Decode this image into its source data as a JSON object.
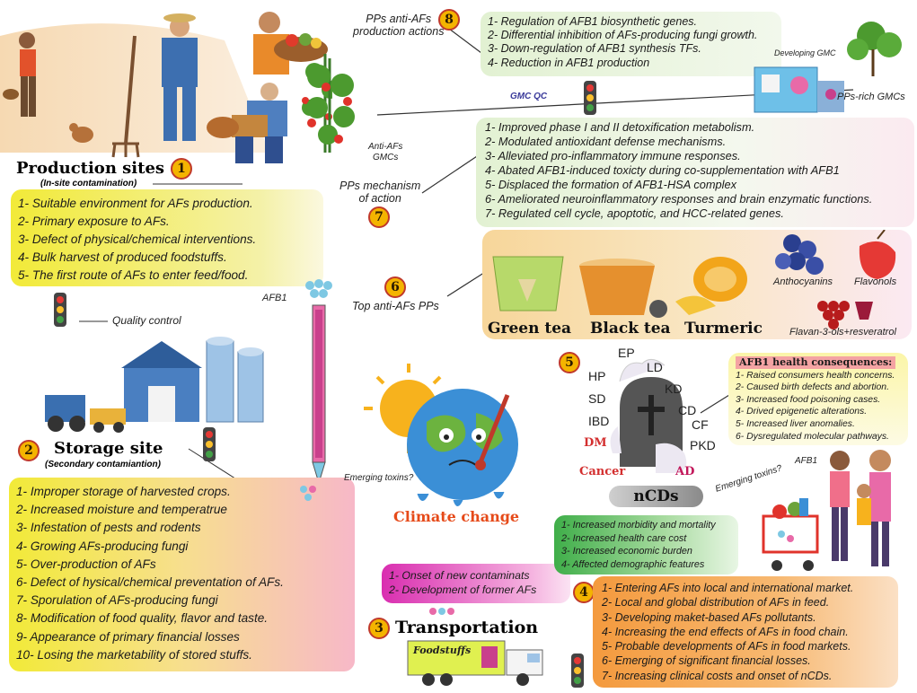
{
  "production": {
    "badge": "1",
    "title": "Production sites",
    "subtitle": "(In-site contamination)",
    "items": [
      "1- Suitable environment for AFs production.",
      "2- Primary exposure to AFs.",
      "3- Defect of physical/chemical interventions.",
      "4- Bulk harvest of produced foodstuffs.",
      "5- The first route of AFs to enter feed/food."
    ]
  },
  "storage": {
    "badge": "2",
    "title": "Storage site",
    "subtitle": "(Secondary contamiantion)",
    "quality_label": "Quality control",
    "afb1_label": "AFB1",
    "emerging_label": "Emerging toxins?",
    "items": [
      "1- Improper storage of harvested crops.",
      "2- Increased moisture and temperatrue",
      "3- Infestation of pests and rodents",
      "4- Growing AFs-producing fungi",
      "5- Over-production of AFs",
      "6- Defect of hysical/chemical preventation of AFs.",
      "7- Sporulation of AFs-producing fungi",
      "8- Modification of food quality, flavor and taste.",
      "9- Appearance of primary financial losses",
      "10- Losing the marketability of stored stuffs."
    ]
  },
  "climate": {
    "label": "Climate change"
  },
  "transportation": {
    "badge": "3",
    "title": "Transportation",
    "truck_text": "Foodstuffs",
    "items": [
      "1- Onset of new contaminats",
      "2- Development of former AFs"
    ]
  },
  "market": {
    "badge": "4",
    "emerging_label": "Emerging toxins?",
    "afb1_label": "AFB1",
    "items": [
      "1- Entering AFs into local and international market.",
      "2- Local and global distribution of AFs in feed.",
      "3- Developing maket-based AFs pollutants.",
      "4- Increasing the end effects of AFs in food chain.",
      "5- Probable developments of AFs in food markets.",
      "6- Emerging of significant financial losses.",
      "7- Increasing clinical costs and onset of nCDs."
    ]
  },
  "ncds": {
    "badge": "5",
    "title": "nCDs",
    "diseases": [
      "EP",
      "HP",
      "LD",
      "SD",
      "KD",
      "IBD",
      "CD",
      "CF",
      "DM",
      "PKD",
      "Cancer",
      "AD"
    ],
    "items": [
      "1- Increased morbidity and mortality",
      "2- Increased health care cost",
      "3- Increased economic burden",
      "4- Affected demographic features"
    ],
    "health_title": "AFB1 health consequences:",
    "health_items": [
      "1- Raised consumers health concerns.",
      "2- Caused birth defects and abortion.",
      "3- Increased food poisoning cases.",
      "4- Drived epigenetic alterations.",
      "5- Increased liver anomalies.",
      "6- Dysregulated molecular pathways."
    ]
  },
  "top_pps": {
    "badge": "6",
    "label": "Top anti-AFs PPs",
    "foods": [
      "Green tea",
      "Black tea",
      "Turmeric"
    ],
    "fruits": [
      "Anthocyanins",
      "Flavonols",
      "Flavan-3-ols+resveratrol"
    ]
  },
  "mechanism": {
    "badge": "7",
    "label_line1": "PPs mechanism",
    "label_line2": "of action",
    "items": [
      "1- Improved phase I and II detoxification metabolism.",
      "2- Modulated antioxidant defense mechanisms.",
      "3- Alleviated pro-inflammatory immune responses.",
      "4- Abated AFB1-induced toxicty during co-supplementation with AFB1",
      "5- Displaced the formation of AFB1-HSA complex",
      "6- Ameliorated neuroinflammatory responses and brain enzymatic functions.",
      "7- Regulated cell cycle, apoptotic, and HCC-related genes."
    ]
  },
  "production_actions": {
    "badge": "8",
    "label_line1": "PPs anti-AFs",
    "label_line2": "production actions",
    "developing_gmc": "Developing GMC",
    "gmc_qc": "GMC QC",
    "pps_rich": "PPs-rich GMCs",
    "anti_afs_line1": "Anti-AFs",
    "anti_afs_line2": "GMCs",
    "items": [
      "1- Regulation of AFB1 biosynthetic genes.",
      "2- Differential inhibition of AFs-producing fungi growth.",
      "3- Down-regulation of AFB1 synthesis TFs.",
      "4- Reduction in AFB1 production"
    ]
  },
  "colors": {
    "box_green": "#e4f2dc",
    "box_yellow": "#f3f36a",
    "box_orange": "#f7a45a",
    "box_pink": "#f3b7c9",
    "badge": "#f4b400"
  }
}
